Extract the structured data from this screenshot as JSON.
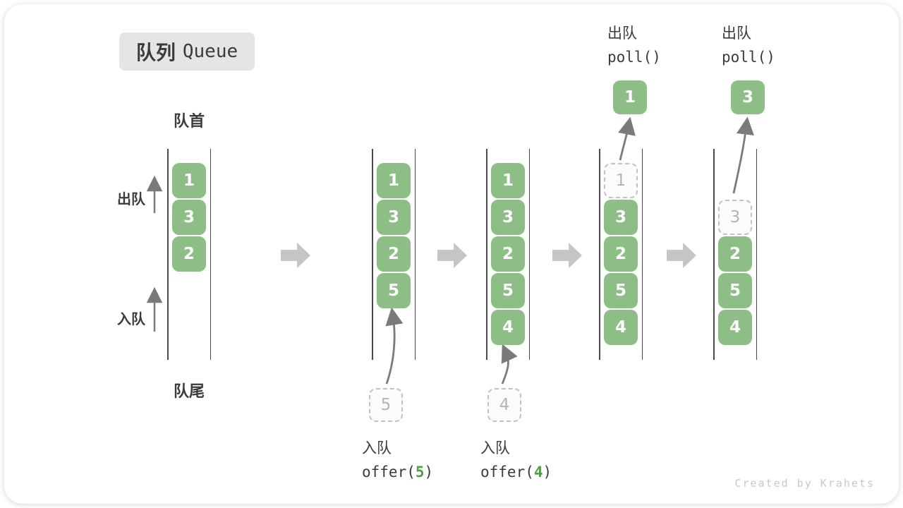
{
  "title": {
    "zh": "队列",
    "en": "Queue"
  },
  "side_labels": {
    "front": "队首",
    "rear": "队尾",
    "dequeue": "出队",
    "enqueue": "入队"
  },
  "queues": [
    {
      "cells": [
        "1",
        "3",
        "2"
      ]
    },
    {
      "cells": [
        "1",
        "3",
        "2",
        "5"
      ],
      "pending_value": "5",
      "op": {
        "zh": "入队",
        "fn_prefix": "offer(",
        "arg": "5",
        "fn_suffix": ")"
      }
    },
    {
      "cells": [
        "1",
        "3",
        "2",
        "5",
        "4"
      ],
      "pending_value": "4",
      "op": {
        "zh": "入队",
        "fn_prefix": "offer(",
        "arg": "4",
        "fn_suffix": ")"
      }
    },
    {
      "removed_value": "1",
      "cells": [
        "3",
        "2",
        "5",
        "4"
      ],
      "popped_value": "1",
      "op": {
        "zh": "出队",
        "fn": "poll()"
      }
    },
    {
      "removed_value": "3",
      "cells": [
        "2",
        "5",
        "4"
      ],
      "popped_value": "3",
      "op": {
        "zh": "出队",
        "fn": "poll()"
      }
    }
  ],
  "watermark": "Created by Krahets",
  "colors": {
    "cell_green": "#8CBE86",
    "arg_green": "#4FA046",
    "badge_bg": "#E5E5E5",
    "block_arrow_gray": "#C5C5C5",
    "dashed_border": "#C2C2C2",
    "dashed_text": "#B5B5B5",
    "text_dark": "#3B3B3B",
    "line_dark": "#4A4A4A",
    "arrow_gray": "#7A7A7A",
    "watermark_gray": "#C8C8C8"
  }
}
